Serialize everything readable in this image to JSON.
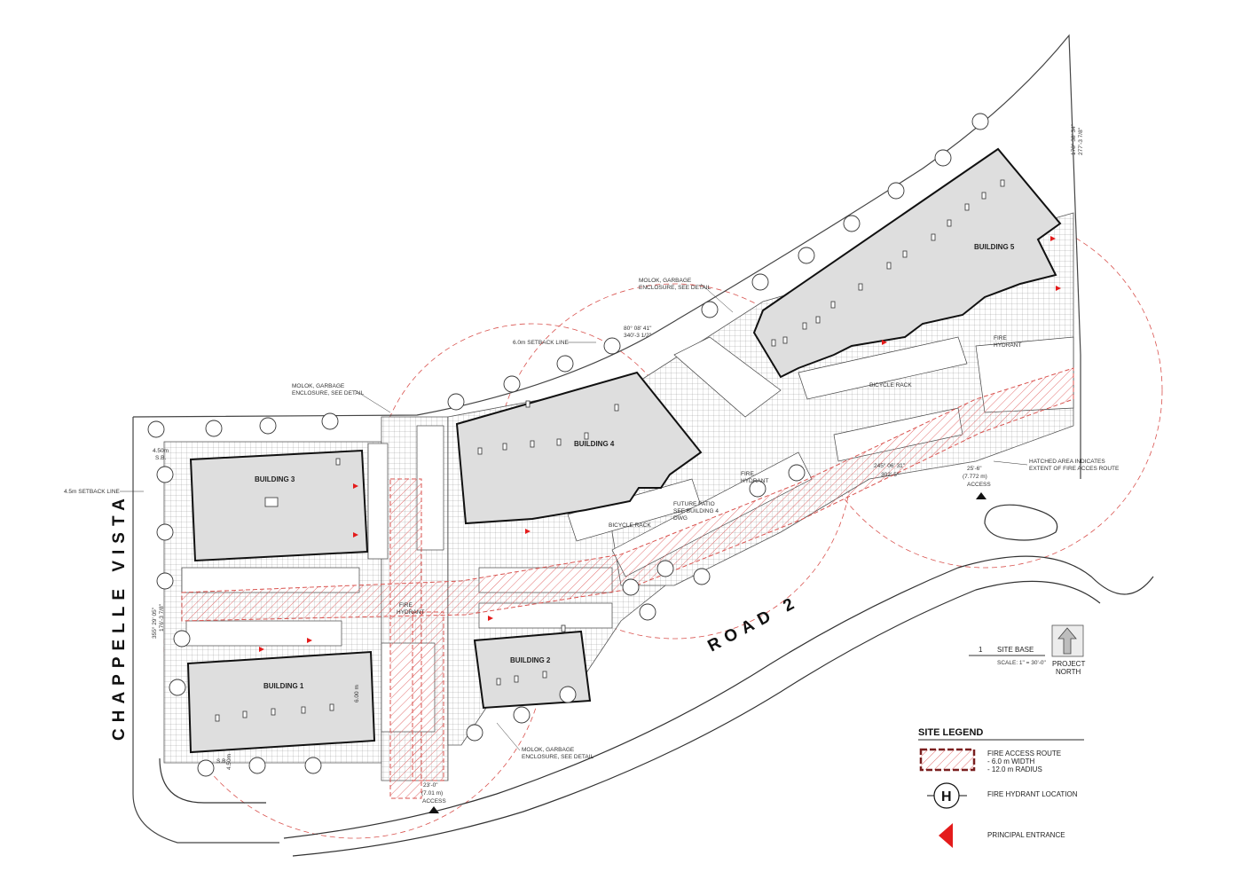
{
  "streets": {
    "west": "CHAPPELLE VISTA",
    "south": "ROAD 2"
  },
  "buildings": {
    "b1": "BUILDING 1",
    "b2": "BUILDING 2",
    "b3": "BUILDING 3",
    "b4": "BUILDING 4",
    "b5": "BUILDING 5"
  },
  "annotations": {
    "setback_6m": "6.0m SETBACK LINE",
    "setback_45m": "4.5m SETBACK LINE",
    "molok_line1": "MOLOK, GARBAGE",
    "molok_line2": "ENCLOSURE, SEE DETAIL",
    "fire_hydrant_1": "FIRE",
    "fire_hydrant_2": "HYDRANT",
    "bicycle_rack": "BICYCLE RACK",
    "bicycle_rack_upper": "BICYCLE RACK",
    "future_patio_1": "FUTURE PATIO",
    "future_patio_2": "SEE BUILDING 4",
    "future_patio_3": "DWG",
    "hatched_1": "HATCHED AREA INDICATES",
    "hatched_2": "EXTENT OF FIRE ACCES ROUTE",
    "bearing_west_1": "355° 29' 05\"",
    "bearing_west_2": "176'-3 7/8\"",
    "bearing_north_1": "80° 08' 41\"",
    "bearing_north_2": "340'-3 1/2\"",
    "bearing_ne_1": "178° 38' 34\"",
    "bearing_ne_2": "277'-3 7/8\"",
    "bearing_se_1": "245° 06' 31\"",
    "bearing_se_2": "302'-5\"",
    "sb_top": "4.50m",
    "sb_label": "S.B.",
    "sb_b1": "4.50m",
    "dim_6m": "6.00 m",
    "access_south_1": "23'-0\"",
    "access_south_2": "(7.01 m)",
    "access_south_3": "ACCESS",
    "access_east_1": "25'-6\"",
    "access_east_2": "(7.772 m)",
    "access_east_3": "ACCESS"
  },
  "title_block": {
    "number": "1",
    "title": "SITE BASE",
    "scale": "SCALE: 1\" = 30'-0\"",
    "north_line1": "PROJECT",
    "north_line2": "NORTH"
  },
  "legend": {
    "title": "SITE LEGEND",
    "fire_route_1": "FIRE ACCESS ROUTE",
    "fire_route_2": "- 6.0 m WIDTH",
    "fire_route_3": "- 12.0 m RADIUS",
    "hydrant_symbol": "H",
    "hydrant": "FIRE HYDRANT LOCATION",
    "entrance": "PRINCIPAL ENTRANCE"
  },
  "colors": {
    "building_fill": "#dedede",
    "fire_route": "#d32f2f",
    "entrance": "#e41b1b",
    "linework": "#333333"
  }
}
